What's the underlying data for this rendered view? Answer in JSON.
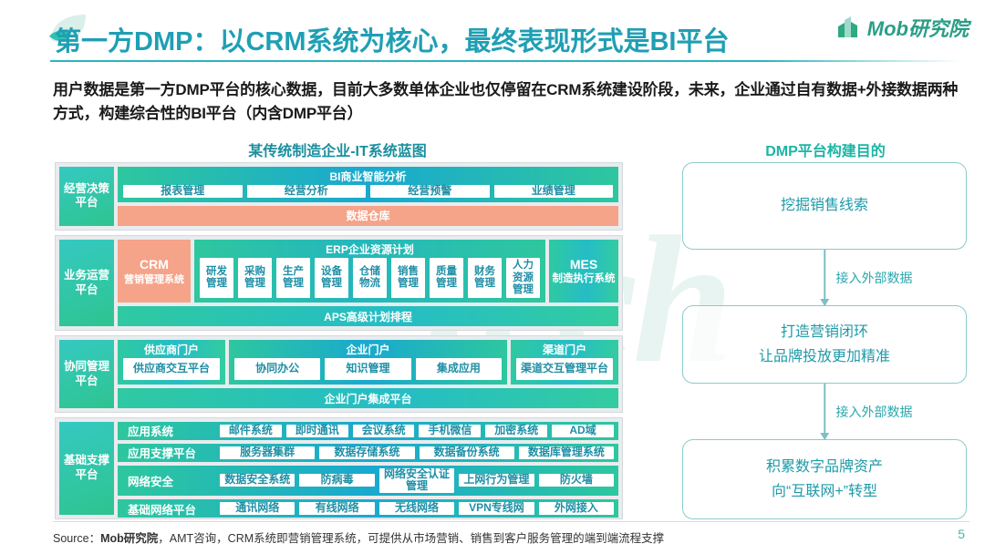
{
  "header": {
    "title": "第一方DMP：以CRM系统为核心，最终表现形式是BI平台",
    "logo_text": "Mob研究院",
    "accent_color": "#1f9fb4"
  },
  "lede": "用户数据是第一方DMP平台的核心数据，目前大多数单体企业也仅停留在CRM系统建设阶段，未来，企业通过自有数据+外接数据两种方式，构建综合性的BI平台（内含DMP平台）",
  "watermark": "Tech",
  "blueprint": {
    "title": "某传统制造企业-IT系统蓝图",
    "rows": [
      {
        "platform": "经营决策平台",
        "group_header": "BI商业智能分析",
        "chips": [
          "报表管理",
          "经营分析",
          "经营预警",
          "业绩管理"
        ],
        "bar": "数据仓库"
      },
      {
        "platform": "业务运营平台",
        "crm_title": "CRM",
        "crm_sub": "营销管理系统",
        "erp_header": "ERP企业资源计划",
        "erp_chips": [
          "研发管理",
          "采购管理",
          "生产管理",
          "设备管理",
          "仓储物流",
          "销售管理",
          "质量管理",
          "财务管理",
          "人力资源管理"
        ],
        "mes_title": "MES",
        "mes_sub": "制造执行系统",
        "bar": "APS高级计划排程"
      },
      {
        "platform": "协同管理平台",
        "supplier_header": "供应商门户",
        "supplier_chip": "供应商交互平台",
        "enterprise_header": "企业门户",
        "enterprise_chips": [
          "协同办公",
          "知识管理",
          "集成应用"
        ],
        "channel_header": "渠道门户",
        "channel_chip": "渠道交互管理平台",
        "bar": "企业门户集成平台"
      },
      {
        "platform": "基础支撑平台",
        "subrows": [
          {
            "label": "应用系统",
            "chips": [
              "邮件系统",
              "即时通讯",
              "会议系统",
              "手机微信",
              "加密系统",
              "AD域"
            ]
          },
          {
            "label": "应用支撑平台",
            "chips": [
              "服务器集群",
              "数据存储系统",
              "数据备份系统",
              "数据库管理系统"
            ]
          },
          {
            "label": "网络安全",
            "chips": [
              "数据安全系统",
              "防病毒",
              "网络安全认证管理",
              "上网行为管理",
              "防火墙"
            ]
          },
          {
            "label": "基础网络平台",
            "chips": [
              "通讯网络",
              "有线网络",
              "无线网络",
              "VPN专线网",
              "外网接入"
            ]
          }
        ]
      }
    ]
  },
  "flow": {
    "title": "DMP平台构建目的",
    "nodes": [
      {
        "lines": [
          "挖掘销售线索"
        ]
      },
      {
        "lines": [
          "打造营销闭环",
          "让品牌投放更加精准"
        ]
      },
      {
        "lines": [
          "积累数字品牌资产",
          "向“互联网+”转型"
        ]
      }
    ],
    "arrow_labels": [
      "接入外部数据",
      "接入外部数据"
    ]
  },
  "footer": {
    "source_prefix": "Source：",
    "source_brand": "Mob研究院",
    "source_rest": "，AMT咨询，CRM系统即营销管理系统，可提供从市场营销、销售到客户服务管理的端到端流程支撑",
    "page_number": "5"
  }
}
